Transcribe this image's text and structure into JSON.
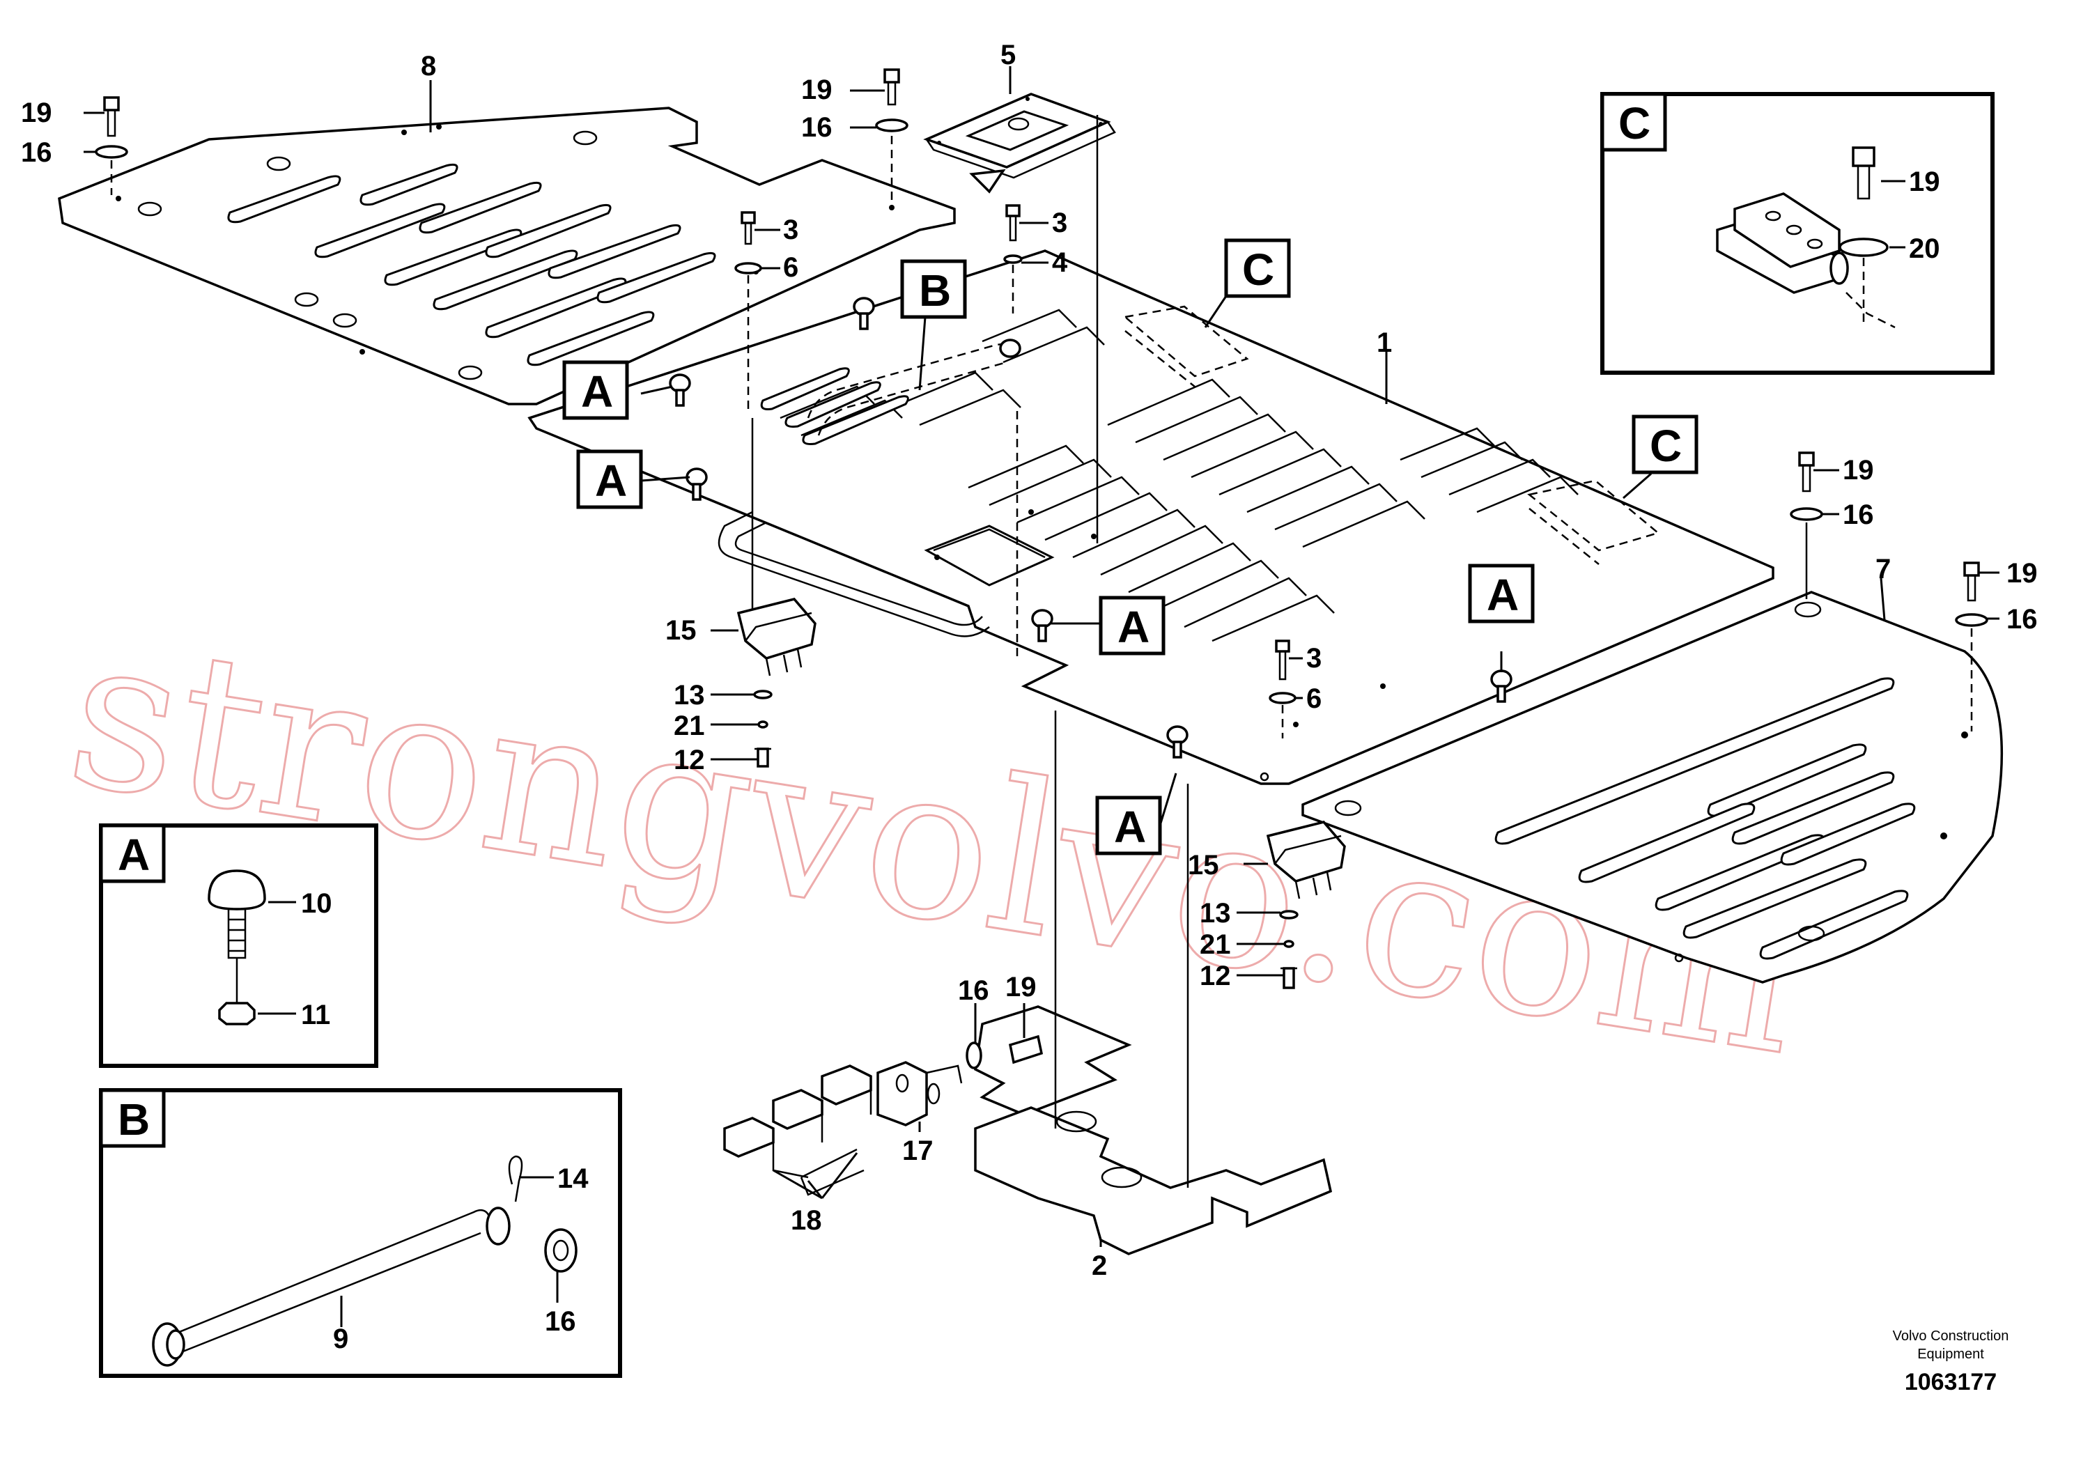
{
  "watermark": "strongvolvo.com",
  "footer": {
    "company_line1": "Volvo Construction",
    "company_line2": "Equipment",
    "drawing_number": "1063177"
  },
  "detail_tags": {
    "a": "A",
    "b": "B",
    "c": "C"
  },
  "part_numbers": {
    "p1": "1",
    "p2": "2",
    "p3": "3",
    "p4": "4",
    "p5": "5",
    "p6": "6",
    "p7": "7",
    "p8": "8",
    "p9": "9",
    "p10": "10",
    "p11": "11",
    "p12": "12",
    "p13": "13",
    "p14": "14",
    "p15": "15",
    "p16": "16",
    "p17": "17",
    "p18": "18",
    "p19": "19",
    "p20": "20",
    "p21": "21"
  }
}
